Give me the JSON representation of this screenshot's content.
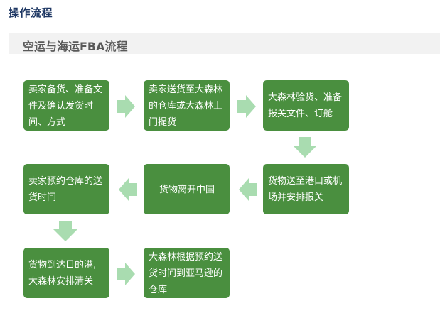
{
  "header": {
    "title": "操作流程"
  },
  "section": {
    "title": "空运与海运FBA流程"
  },
  "diagram": {
    "colors": {
      "box_fill": "#4a8f3f",
      "box_text": "#ffffff",
      "arrow_fill": "#a9dcb0"
    },
    "steps": [
      {
        "id": "s1",
        "label": "卖家备货、准备文件及确认发货时间、方式"
      },
      {
        "id": "s2",
        "label": "卖家送货至大森林的仓库或大森林上门提货"
      },
      {
        "id": "s3",
        "label": "大森林验货、准备报关文件、订舱"
      },
      {
        "id": "s4",
        "label": "货物送至港口或机场并安排报关"
      },
      {
        "id": "s5",
        "label": "货物离开中国"
      },
      {
        "id": "s6",
        "label": "卖家预约仓库的送货时间"
      },
      {
        "id": "s7",
        "label": "货物到达目的港,大森林安排清关"
      },
      {
        "id": "s8",
        "label": "大森林根据预约送货时间到亚马逊的仓库"
      }
    ],
    "connections": [
      {
        "from": "s1",
        "to": "s2",
        "direction": "right"
      },
      {
        "from": "s2",
        "to": "s3",
        "direction": "right"
      },
      {
        "from": "s3",
        "to": "s4",
        "direction": "down"
      },
      {
        "from": "s4",
        "to": "s5",
        "direction": "left"
      },
      {
        "from": "s5",
        "to": "s6",
        "direction": "left"
      },
      {
        "from": "s6",
        "to": "s7",
        "direction": "down"
      },
      {
        "from": "s7",
        "to": "s8",
        "direction": "right"
      }
    ]
  }
}
